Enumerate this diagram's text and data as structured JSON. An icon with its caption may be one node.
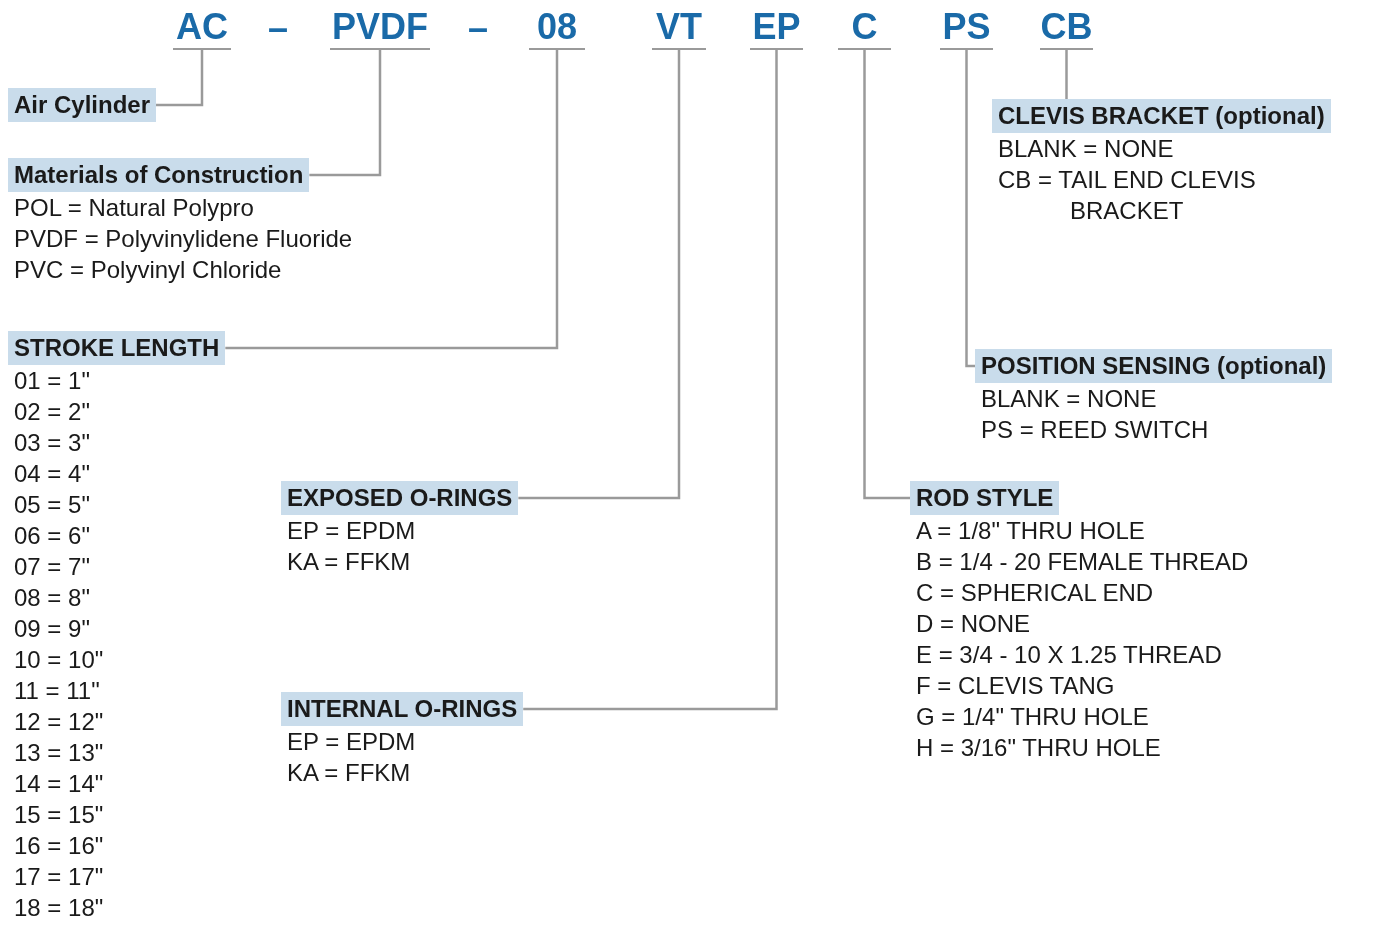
{
  "diagram": {
    "nodes": [
      {
        "text": [
          "AC"
        ]
      },
      {
        "text": [
          "PVDF"
        ]
      },
      {
        "text": [
          "08"
        ]
      },
      {
        "text": [
          "VT"
        ]
      },
      {
        "text": [
          "EP"
        ]
      },
      {
        "text": [
          "C"
        ]
      },
      {
        "text": [
          "PS"
        ]
      },
      {
        "text": [
          "CB"
        ]
      },
      {
        "text": [
          "Air Cylinder"
        ]
      },
      {
        "text": [
          "Materials of Construction"
        ],
        "beside": [
          "POL = Natural Polypro",
          "PVDF = Polyvinylidene Fluoride",
          "PVC = Polyvinyl Chloride"
        ]
      },
      {
        "text": [
          "STROKE LENGTH"
        ],
        "beside": [
          "01 = 1\"",
          "02 = 2\"",
          "03 = 3\"",
          "04 = 4\"",
          "05 = 5\"",
          "06 = 6\"",
          "07 = 7\"",
          "08 = 8\"",
          "09 = 9\"",
          "10 = 10\"",
          "11 = 11\"",
          "12 = 12\"",
          "13 = 13\"",
          "14 = 14\"",
          "15 = 15\"",
          "16 = 16\"",
          "17 = 17\"",
          "18 = 18\""
        ]
      },
      {
        "text": [
          "EXPOSED O-RINGS"
        ],
        "beside": [
          "EP = EPDM",
          "KA = FFKM"
        ]
      },
      {
        "text": [
          "INTERNAL O-RINGS"
        ],
        "beside": [
          "EP = EPDM",
          "KA = FFKM"
        ]
      },
      {
        "text": [
          "CLEVIS BRACKET (optional)"
        ],
        "beside": [
          "BLANK = NONE",
          "CB = TAIL END CLEVIS BRACKET"
        ]
      },
      {
        "text": [
          "POSITION SENSING (optional)"
        ],
        "beside": [
          "BLANK = NONE",
          "PS = REED SWITCH"
        ]
      },
      {
        "text": [
          "ROD STYLE"
        ],
        "beside": [
          "A = 1/8\" THRU HOLE",
          "B = 1/4 - 20 FEMALE THREAD",
          "C = SPHERICAL END",
          "D = NONE",
          "E = 3/4 - 10 X 1.25 THREAD",
          "F = CLEVIS TANG",
          "G = 1/4\" THRU HOLE",
          "H = 3/16\" THRU HOLE"
        ]
      }
    ],
    "edges": [
      {
        "from": 0,
        "to": 8,
        "arrow": "none"
      },
      {
        "from": 1,
        "to": 9,
        "arrow": "none"
      },
      {
        "from": 2,
        "to": 10,
        "arrow": "none"
      },
      {
        "from": 3,
        "to": 11,
        "arrow": "none"
      },
      {
        "from": 4,
        "to": 12,
        "arrow": "none"
      },
      {
        "from": 5,
        "to": 15,
        "arrow": "none"
      },
      {
        "from": 6,
        "to": 14,
        "arrow": "none"
      },
      {
        "from": 7,
        "to": 13,
        "arrow": "none"
      }
    ],
    "labels": [
      "–",
      "–"
    ]
  }
}
